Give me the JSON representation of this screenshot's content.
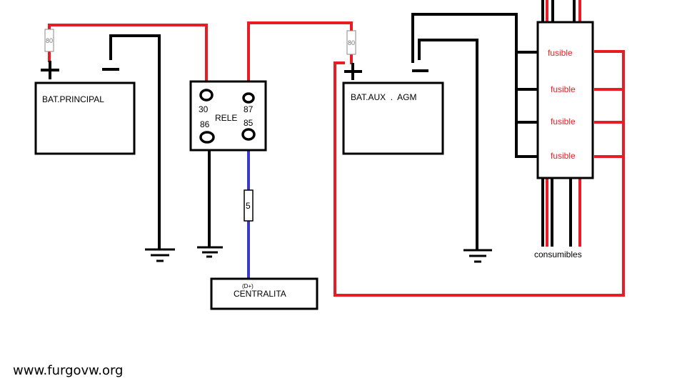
{
  "colors": {
    "wire_red": "#e81c24",
    "wire_black": "#000000",
    "wire_blue": "#3a3ac8",
    "fuse_text_red": "#e81c24"
  },
  "battery_main": {
    "label": "BAT.PRINCIPAL",
    "plus": "+",
    "minus": "−",
    "fuse": "80"
  },
  "relay": {
    "label": "RELE",
    "pin_30": "30",
    "pin_87": "87",
    "pin_86": "86",
    "pin_85": "85"
  },
  "battery_aux": {
    "label": "BAT.AUX  .  AGM",
    "plus": "+",
    "minus": "−",
    "fuse": "80"
  },
  "signal": {
    "fuse": "5",
    "dplus": "(D+)",
    "unit": "CENTRALITA"
  },
  "fuse_box": {
    "fuses": [
      "fusible",
      "fusible",
      "fusible",
      "fusible"
    ]
  },
  "consumers": "consumibles",
  "watermark": "www.furgovw.org"
}
